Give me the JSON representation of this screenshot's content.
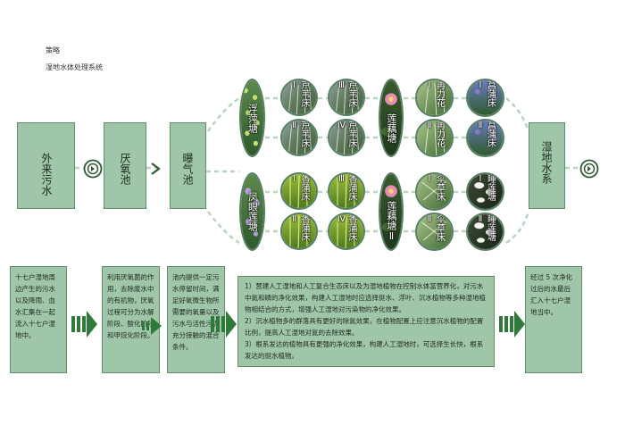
{
  "header": {
    "line1": "策略",
    "line2": "湿地水体处理系统"
  },
  "flow": {
    "source": "外来污水",
    "anaerobic": "厌氧池",
    "aeration": "曝气池",
    "outlet": "湿地水系"
  },
  "wetland": {
    "row1": [
      "浮萍塘",
      "芦苇床Ⅰ",
      "芦苇床Ⅲ",
      "莲藕塘",
      "再力花Ⅰ",
      "菖蒲床Ⅰ"
    ],
    "row2": [
      "芦苇床Ⅱ",
      "芦苇床Ⅳ",
      "再力花Ⅱ",
      "菖蒲床Ⅱ"
    ],
    "row3": [
      "凤眼莲塘",
      "香蒲床Ⅰ",
      "香蒲床Ⅲ",
      "莲藕塘Ⅱ",
      "伞草床Ⅰ",
      "睡莲塘Ⅰ"
    ],
    "row4": [
      "香蒲床Ⅱ",
      "香蒲床Ⅳ",
      "伞草床Ⅱ",
      "睡莲塘Ⅱ"
    ]
  },
  "descriptions": {
    "d1": "十七户湿地周边产生的污水以及降雨、血水汇集在一起流入十七户湿地中。",
    "d2": "利用厌氧菌的作用，去除废水中的有机物，厌氧过程可分为水解阶段、酸化阶段和甲烷化阶段。",
    "d3": "池内提供一定污水停留时间，满足好氧微生物所需要的氧量以及污水与活性污泥充分接触的混合条件。",
    "d4": [
      "1）营建人工湿地和人工复合生态床以及为湿地植物在控制水体富营养化，对污水中氮和磷的净化效果，构建人工湿地时应选择挺水、浮叶、沉水植物等多种湿地植物相结合的方式，增强人工湿地对污染物的净化效果。",
      "2）沉水植物多的群落具有更好的除氮效果，在植物配置上应注意沉水植物的配置比例，提高人工湿地对氮的去除效果。",
      "3）根系发达的植物具有更强的净化效果，构建人工湿地时，可选择生长快，根系发达的挺水植物。"
    ],
    "d5": "经过 5 次净化过后的水最后汇入十七户湿地当中。"
  }
}
